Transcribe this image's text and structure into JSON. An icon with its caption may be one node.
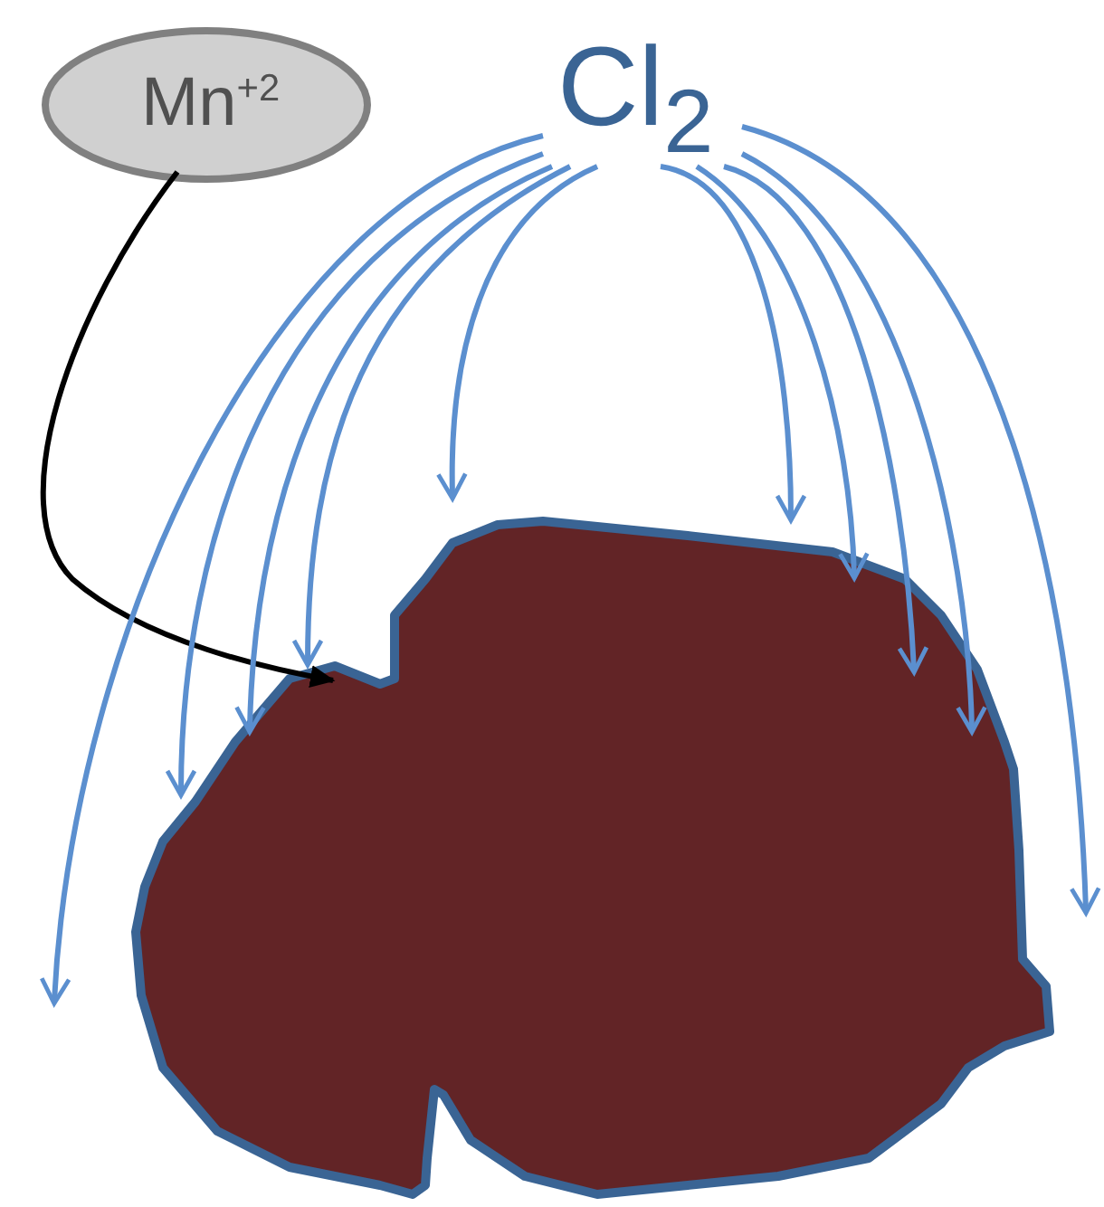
{
  "diagram": {
    "nodes": [
      {
        "text": [
          "Mn$^{+2}$"
        ]
      },
      {
        "text": [
          "Cl$_{2}$"
        ]
      },
      {
        "text": [],
        "shape": "blob"
      }
    ],
    "edges": [
      {
        "from": 0,
        "to": 2,
        "arrow": "to",
        "color": "#000000"
      },
      {
        "from": 1,
        "to": null,
        "arrow": "to"
      },
      {
        "from": 1,
        "to": 2,
        "arrow": "to"
      },
      {
        "from": 1,
        "to": 2,
        "arrow": "to"
      },
      {
        "from": 1,
        "to": 2,
        "arrow": "to"
      },
      {
        "from": 1,
        "to": 2,
        "arrow": "to"
      },
      {
        "from": 1,
        "to": 2,
        "arrow": "to"
      },
      {
        "from": 1,
        "to": 2,
        "arrow": "to"
      },
      {
        "from": 1,
        "to": 2,
        "arrow": "to"
      },
      {
        "from": 1,
        "to": 2,
        "arrow": "to"
      },
      {
        "from": 1,
        "to": null,
        "arrow": "to"
      }
    ]
  }
}
